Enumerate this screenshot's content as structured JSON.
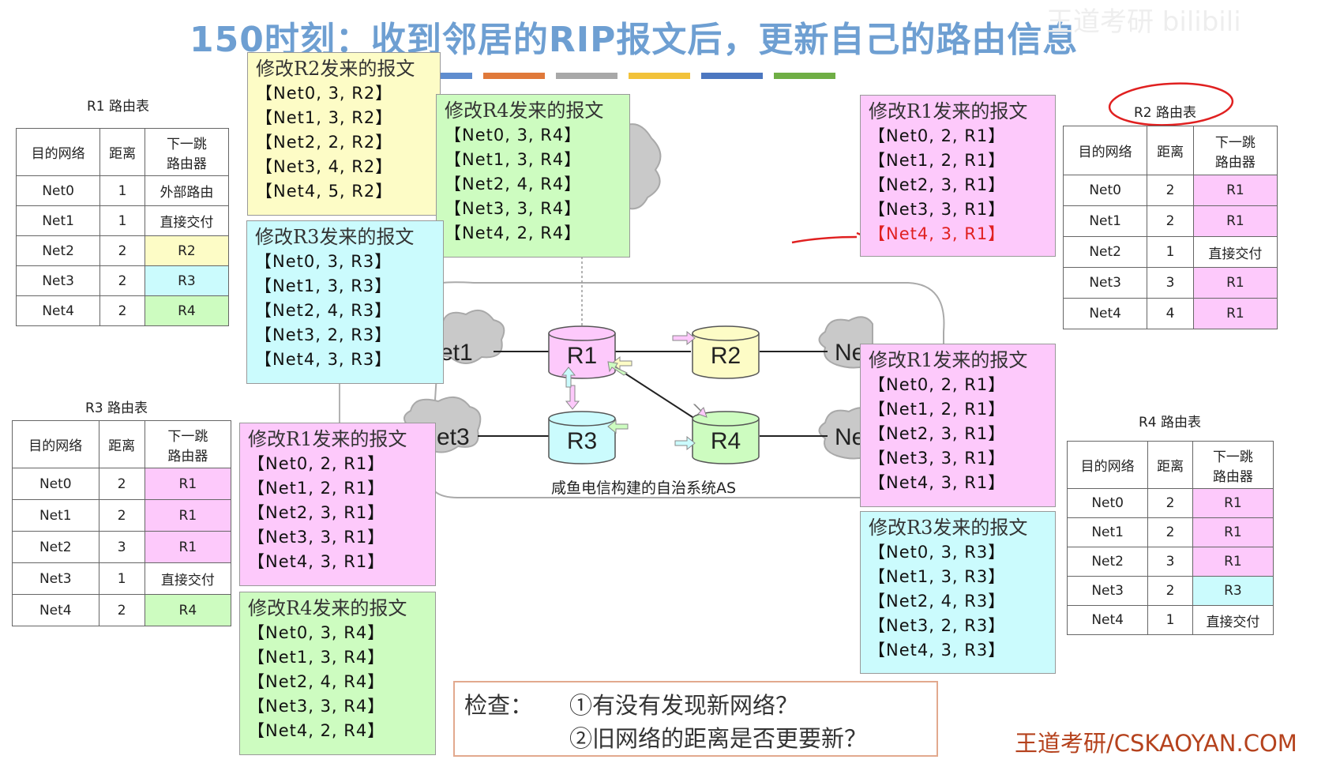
{
  "title": "150时刻：收到邻居的RIP报文后，更新自己的路由信息",
  "watermark": "王道考研  bilibili",
  "brand": "王道考研/CSKAOYAN.COM",
  "colorbars": [
    "#5f8dcf",
    "#e0793a",
    "#a8a8a8",
    "#f2c23a",
    "#4c77c0",
    "#6fae45"
  ],
  "colors": {
    "yellow": "#fdfcc6",
    "green": "#cdfcc0",
    "cyan": "#cbfbfd",
    "pink": "#fdc9fb",
    "title": "#6e9fd2",
    "annotation_red": "#e02020"
  },
  "table_headers": {
    "dest": "目的网络",
    "dist": "距离",
    "next_line1": "下一跳",
    "next_line2": "路由器"
  },
  "r1_table": {
    "caption": "R1 路由表",
    "rows": [
      {
        "net": "Net0",
        "dist": "1",
        "next": "外部路由"
      },
      {
        "net": "Net1",
        "dist": "1",
        "next": "直接交付"
      },
      {
        "net": "Net2",
        "dist": "2",
        "next": "R2"
      },
      {
        "net": "Net3",
        "dist": "2",
        "next": "R3"
      },
      {
        "net": "Net4",
        "dist": "2",
        "next": "R4"
      }
    ]
  },
  "r2_table": {
    "caption": "R2 路由表",
    "rows": [
      {
        "net": "Net0",
        "dist": "2",
        "next": "R1"
      },
      {
        "net": "Net1",
        "dist": "2",
        "next": "R1"
      },
      {
        "net": "Net2",
        "dist": "1",
        "next": "直接交付"
      },
      {
        "net": "Net3",
        "dist": "3",
        "next": "R1"
      },
      {
        "net": "Net4",
        "dist": "4",
        "next": "R1"
      }
    ]
  },
  "r3_table": {
    "caption": "R3 路由表",
    "rows": [
      {
        "net": "Net0",
        "dist": "2",
        "next": "R1"
      },
      {
        "net": "Net1",
        "dist": "2",
        "next": "R1"
      },
      {
        "net": "Net2",
        "dist": "3",
        "next": "R1"
      },
      {
        "net": "Net3",
        "dist": "1",
        "next": "直接交付"
      },
      {
        "net": "Net4",
        "dist": "2",
        "next": "R4"
      }
    ]
  },
  "r4_table": {
    "caption": "R4 路由表",
    "rows": [
      {
        "net": "Net0",
        "dist": "2",
        "next": "R1"
      },
      {
        "net": "Net1",
        "dist": "2",
        "next": "R1"
      },
      {
        "net": "Net2",
        "dist": "3",
        "next": "R1"
      },
      {
        "net": "Net3",
        "dist": "2",
        "next": "R3"
      },
      {
        "net": "Net4",
        "dist": "1",
        "next": "直接交付"
      }
    ]
  },
  "messages": {
    "r1_from_r2": {
      "header": "修改R2发来的报文",
      "rows": [
        "【Net0, 3, R2】",
        "【Net1, 3, R2】",
        "【Net2, 2, R2】",
        "【Net3, 4, R2】",
        "【Net4, 5, R2】"
      ]
    },
    "r1_from_r4": {
      "header": "修改R4发来的报文",
      "rows": [
        "【Net0, 3, R4】",
        "【Net1, 3, R4】",
        "【Net2, 4, R4】",
        "【Net3, 3, R4】",
        "【Net4, 2, R4】"
      ]
    },
    "r1_from_r3": {
      "header": "修改R3发来的报文",
      "rows": [
        "【Net0, 3, R3】",
        "【Net1, 3, R3】",
        "【Net2, 4, R3】",
        "【Net3, 2, R3】",
        "【Net4, 3, R3】"
      ]
    },
    "r2_from_r1": {
      "header": "修改R1发来的报文",
      "rows": [
        "【Net0, 2, R1】",
        "【Net1, 2, R1】",
        "【Net2, 3, R1】",
        "【Net3, 3, R1】",
        "【Net4, 3, R1】"
      ]
    },
    "r4_from_r1": {
      "header": "修改R1发来的报文",
      "rows": [
        "【Net0, 2, R1】",
        "【Net1, 2, R1】",
        "【Net2, 3, R1】",
        "【Net3, 3, R1】",
        "【Net4, 3, R1】"
      ]
    },
    "r4_from_r3": {
      "header": "修改R3发来的报文",
      "rows": [
        "【Net0, 3, R3】",
        "【Net1, 3, R3】",
        "【Net2, 4, R3】",
        "【Net3, 2, R3】",
        "【Net4, 3, R3】"
      ]
    },
    "r3_from_r1": {
      "header": "修改R1发来的报文",
      "rows": [
        "【Net0, 2, R1】",
        "【Net1, 2, R1】",
        "【Net2, 3, R1】",
        "【Net3, 3, R1】",
        "【Net4, 3, R1】"
      ]
    },
    "r3_from_r4": {
      "header": "修改R4发来的报文",
      "rows": [
        "【Net0, 3, R4】",
        "【Net1, 3, R4】",
        "【Net2, 4, R4】",
        "【Net3, 3, R4】",
        "【Net4, 2, R4】"
      ]
    }
  },
  "diagram": {
    "routers": {
      "r1": "R1",
      "r2": "R2",
      "r3": "R3",
      "r4": "R4"
    },
    "nets": {
      "net1_partial": "et1",
      "net3_partial": "et3",
      "net2_partial": "Ne",
      "net4_partial": "Ne"
    },
    "as_label": "咸鱼电信构建的自治系统AS"
  },
  "check": {
    "label": "检查：",
    "q1": "①有没有发现新网络？",
    "q2": "②旧网络的距离是否更要新？"
  }
}
